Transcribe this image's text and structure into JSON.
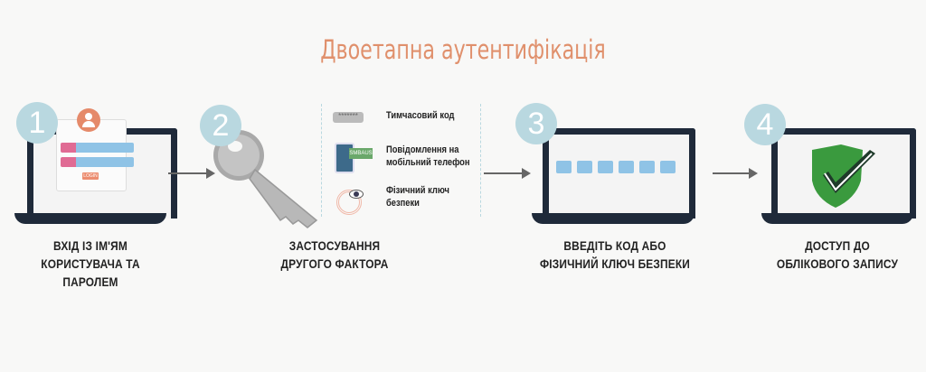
{
  "title": "Двоетапна аутентифікація",
  "steps": [
    {
      "number": "1",
      "label_line1": "ВХІД ІЗ ІМ'ЯМ",
      "label_line2": "КОРИСТУВАЧА ТА ПАРОЛЕМ",
      "login_button": "LOGIN"
    },
    {
      "number": "2",
      "label_line1": "ЗАСТОСУВАННЯ",
      "label_line2": "ДРУГОГО ФАКТОРА"
    },
    {
      "number": "3",
      "label_line1": "ВВЕДІТЬ КОД АБО",
      "label_line2": "ФІЗИЧНИЙ КЛЮЧ БЕЗПЕКИ"
    },
    {
      "number": "4",
      "label_line1": "ДОСТУП ДО",
      "label_line2": "ОБЛІКОВОГО ЗАПИСУ"
    }
  ],
  "options": [
    {
      "label": "Тимчасовий код",
      "code": "*******"
    },
    {
      "label_line1": "Повідомлення на",
      "label_line2": "мобільний телефон",
      "sms": "SMBAUS"
    },
    {
      "label_line1": "Фізичний ключ",
      "label_line2": "безпеки"
    }
  ],
  "colors": {
    "accent": "#e0906c",
    "circle": "#b9d8e0",
    "laptop": "#1f2a3a",
    "shield": "#3a9a3e"
  }
}
